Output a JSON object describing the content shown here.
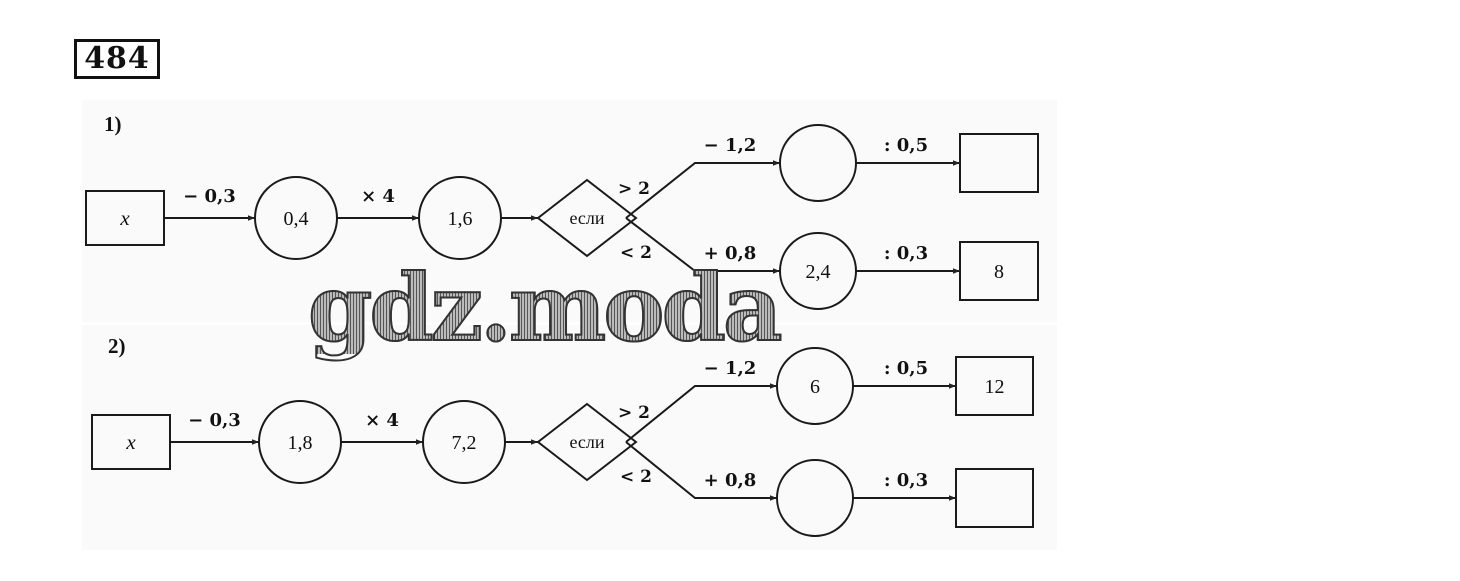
{
  "problem_number": "484",
  "colors": {
    "ink": "#111111",
    "faded_ink": "#9a9a9a",
    "panel_background": "#fafafa"
  },
  "watermark": "gdz.moda",
  "parts": [
    {
      "label": "1)",
      "input": "x",
      "step1_op": "− 0,3",
      "step1_value": "0,4",
      "step2_op": "× 4",
      "step2_value": "1,6",
      "condition": "если",
      "upper_condition": "> 2",
      "lower_condition": "< 2",
      "upper_op": "− 1,2",
      "upper_value": "",
      "upper_final_op": ": 0,5",
      "upper_result": "",
      "lower_op": "+ 0,8",
      "lower_value": "2,4",
      "lower_final_op": ": 0,3",
      "lower_result": "8"
    },
    {
      "label": "2)",
      "input": "x",
      "step1_op": "− 0,3",
      "step1_value": "1,8",
      "step2_op": "× 4",
      "step2_value": "7,2",
      "condition": "если",
      "upper_condition": "> 2",
      "lower_condition": "< 2",
      "upper_op": "− 1,2",
      "upper_value": "6",
      "upper_final_op": ": 0,5",
      "upper_result": "12",
      "lower_op": "+ 0,8",
      "lower_value": "",
      "lower_final_op": ": 0,3",
      "lower_result": ""
    }
  ]
}
